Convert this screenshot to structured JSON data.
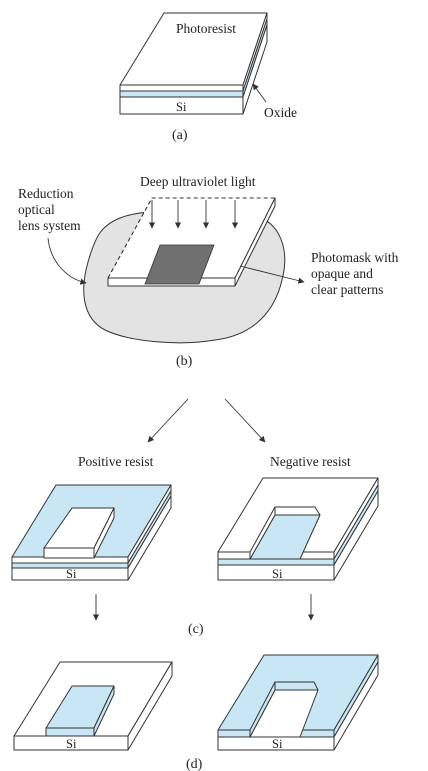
{
  "panel_a": {
    "photoresist_label": "Photoresist",
    "oxide_label": "Oxide",
    "si_label": "Si",
    "caption": "(a)"
  },
  "panel_b": {
    "light_label": "Deep ultraviolet light",
    "lens_label_lines": [
      "Reduction",
      "optical",
      "lens system"
    ],
    "mask_label_lines": [
      "Photomask with",
      "opaque and",
      "clear patterns"
    ],
    "caption": "(b)"
  },
  "panel_c": {
    "positive_label": "Positive resist",
    "negative_label": "Negative resist",
    "si_left": "Si",
    "si_right": "Si",
    "caption": "(c)"
  },
  "panel_d": {
    "si_left": "Si",
    "si_right": "Si",
    "caption": "(d)"
  },
  "colors": {
    "resist": "#ffffff",
    "oxide": "#c8e6f4",
    "si": "#ffffff",
    "lens": "#e3e3e3",
    "mask_pattern": "#707070",
    "stroke": "#333333"
  }
}
